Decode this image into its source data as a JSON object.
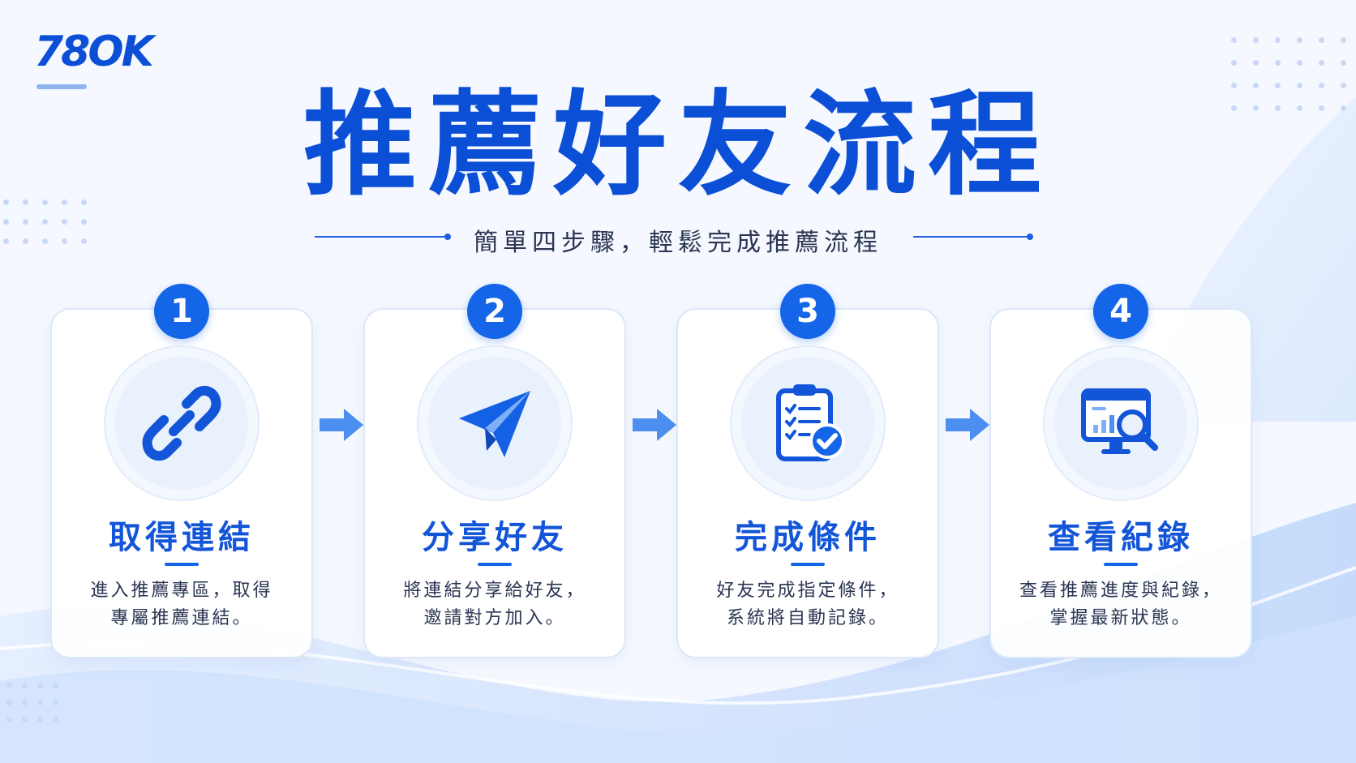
{
  "logo": {
    "text": "78OK"
  },
  "header": {
    "title": "推薦好友流程",
    "subtitle": "簡單四步驟，輕鬆完成推薦流程"
  },
  "colors": {
    "brand": "#0b4fd6",
    "accent": "#1565e8",
    "background": "#f5f8fe"
  },
  "steps": [
    {
      "number": "1",
      "icon": "link-icon",
      "title": "取得連結",
      "desc_line1": "進入推薦專區，取得",
      "desc_line2": "專屬推薦連結。"
    },
    {
      "number": "2",
      "icon": "paper-plane-icon",
      "title": "分享好友",
      "desc_line1": "將連結分享給好友，",
      "desc_line2": "邀請對方加入。"
    },
    {
      "number": "3",
      "icon": "clipboard-check-icon",
      "title": "完成條件",
      "desc_line1": "好友完成指定條件，",
      "desc_line2": "系統將自動記錄。"
    },
    {
      "number": "4",
      "icon": "monitor-search-icon",
      "title": "查看紀錄",
      "desc_line1": "查看推薦進度與紀錄，",
      "desc_line2": "掌握最新狀態。"
    }
  ]
}
